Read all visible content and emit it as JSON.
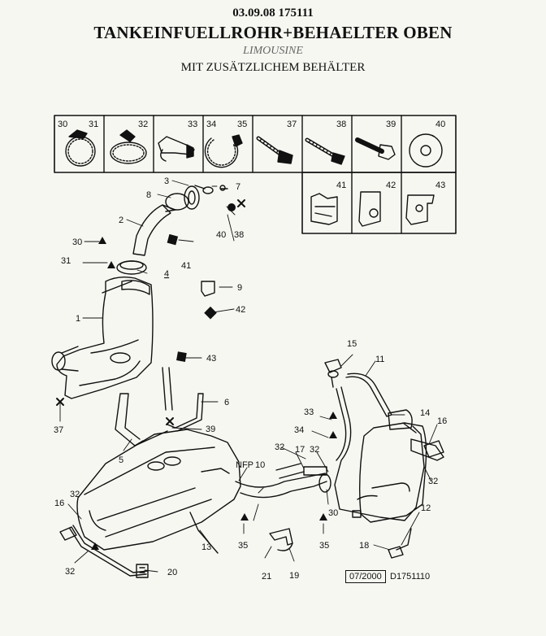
{
  "header": {
    "ref": "03.09.08 175111",
    "title": "TANKEINFUELLROHR+BEHAELTER OBEN",
    "subtitle": "LIMOUSINE",
    "note": "MIT ZUSÄTZLICHEM BEHÄLTER"
  },
  "parts_grid": {
    "row1": [
      [
        "30",
        "31"
      ],
      [
        "32"
      ],
      [
        "33"
      ],
      [
        "34",
        "35"
      ],
      [
        "37"
      ],
      [
        "38"
      ],
      [
        "39"
      ],
      [
        "40"
      ]
    ],
    "row2": [
      "41",
      "42",
      "43"
    ]
  },
  "callouts": {
    "c1": "1",
    "c2": "2",
    "c3": "3",
    "c4": "4",
    "c5": "5",
    "c6": "6",
    "c7": "7",
    "c8": "8",
    "c9": "9",
    "c10": "10",
    "c11": "11",
    "c12": "12",
    "c13": "13",
    "c14": "14",
    "c15": "15",
    "c16a": "16",
    "c16b": "16",
    "c17": "17",
    "c18": "18",
    "c19": "19",
    "c20": "20",
    "c21": "21",
    "c30a": "30",
    "c30b": "30",
    "c31": "31",
    "c32a": "32",
    "c32b": "32",
    "c32c": "32",
    "c32d": "32",
    "c32e": "32",
    "c33": "33",
    "c34": "34",
    "c35a": "35",
    "c35b": "35",
    "c37": "37",
    "c38": "38",
    "c39": "39",
    "c40": "40",
    "c41": "41",
    "c42": "42",
    "c43": "43",
    "nfp": "NFP"
  },
  "footer": {
    "date_stamp": "07/2000",
    "code": "D1751110"
  }
}
